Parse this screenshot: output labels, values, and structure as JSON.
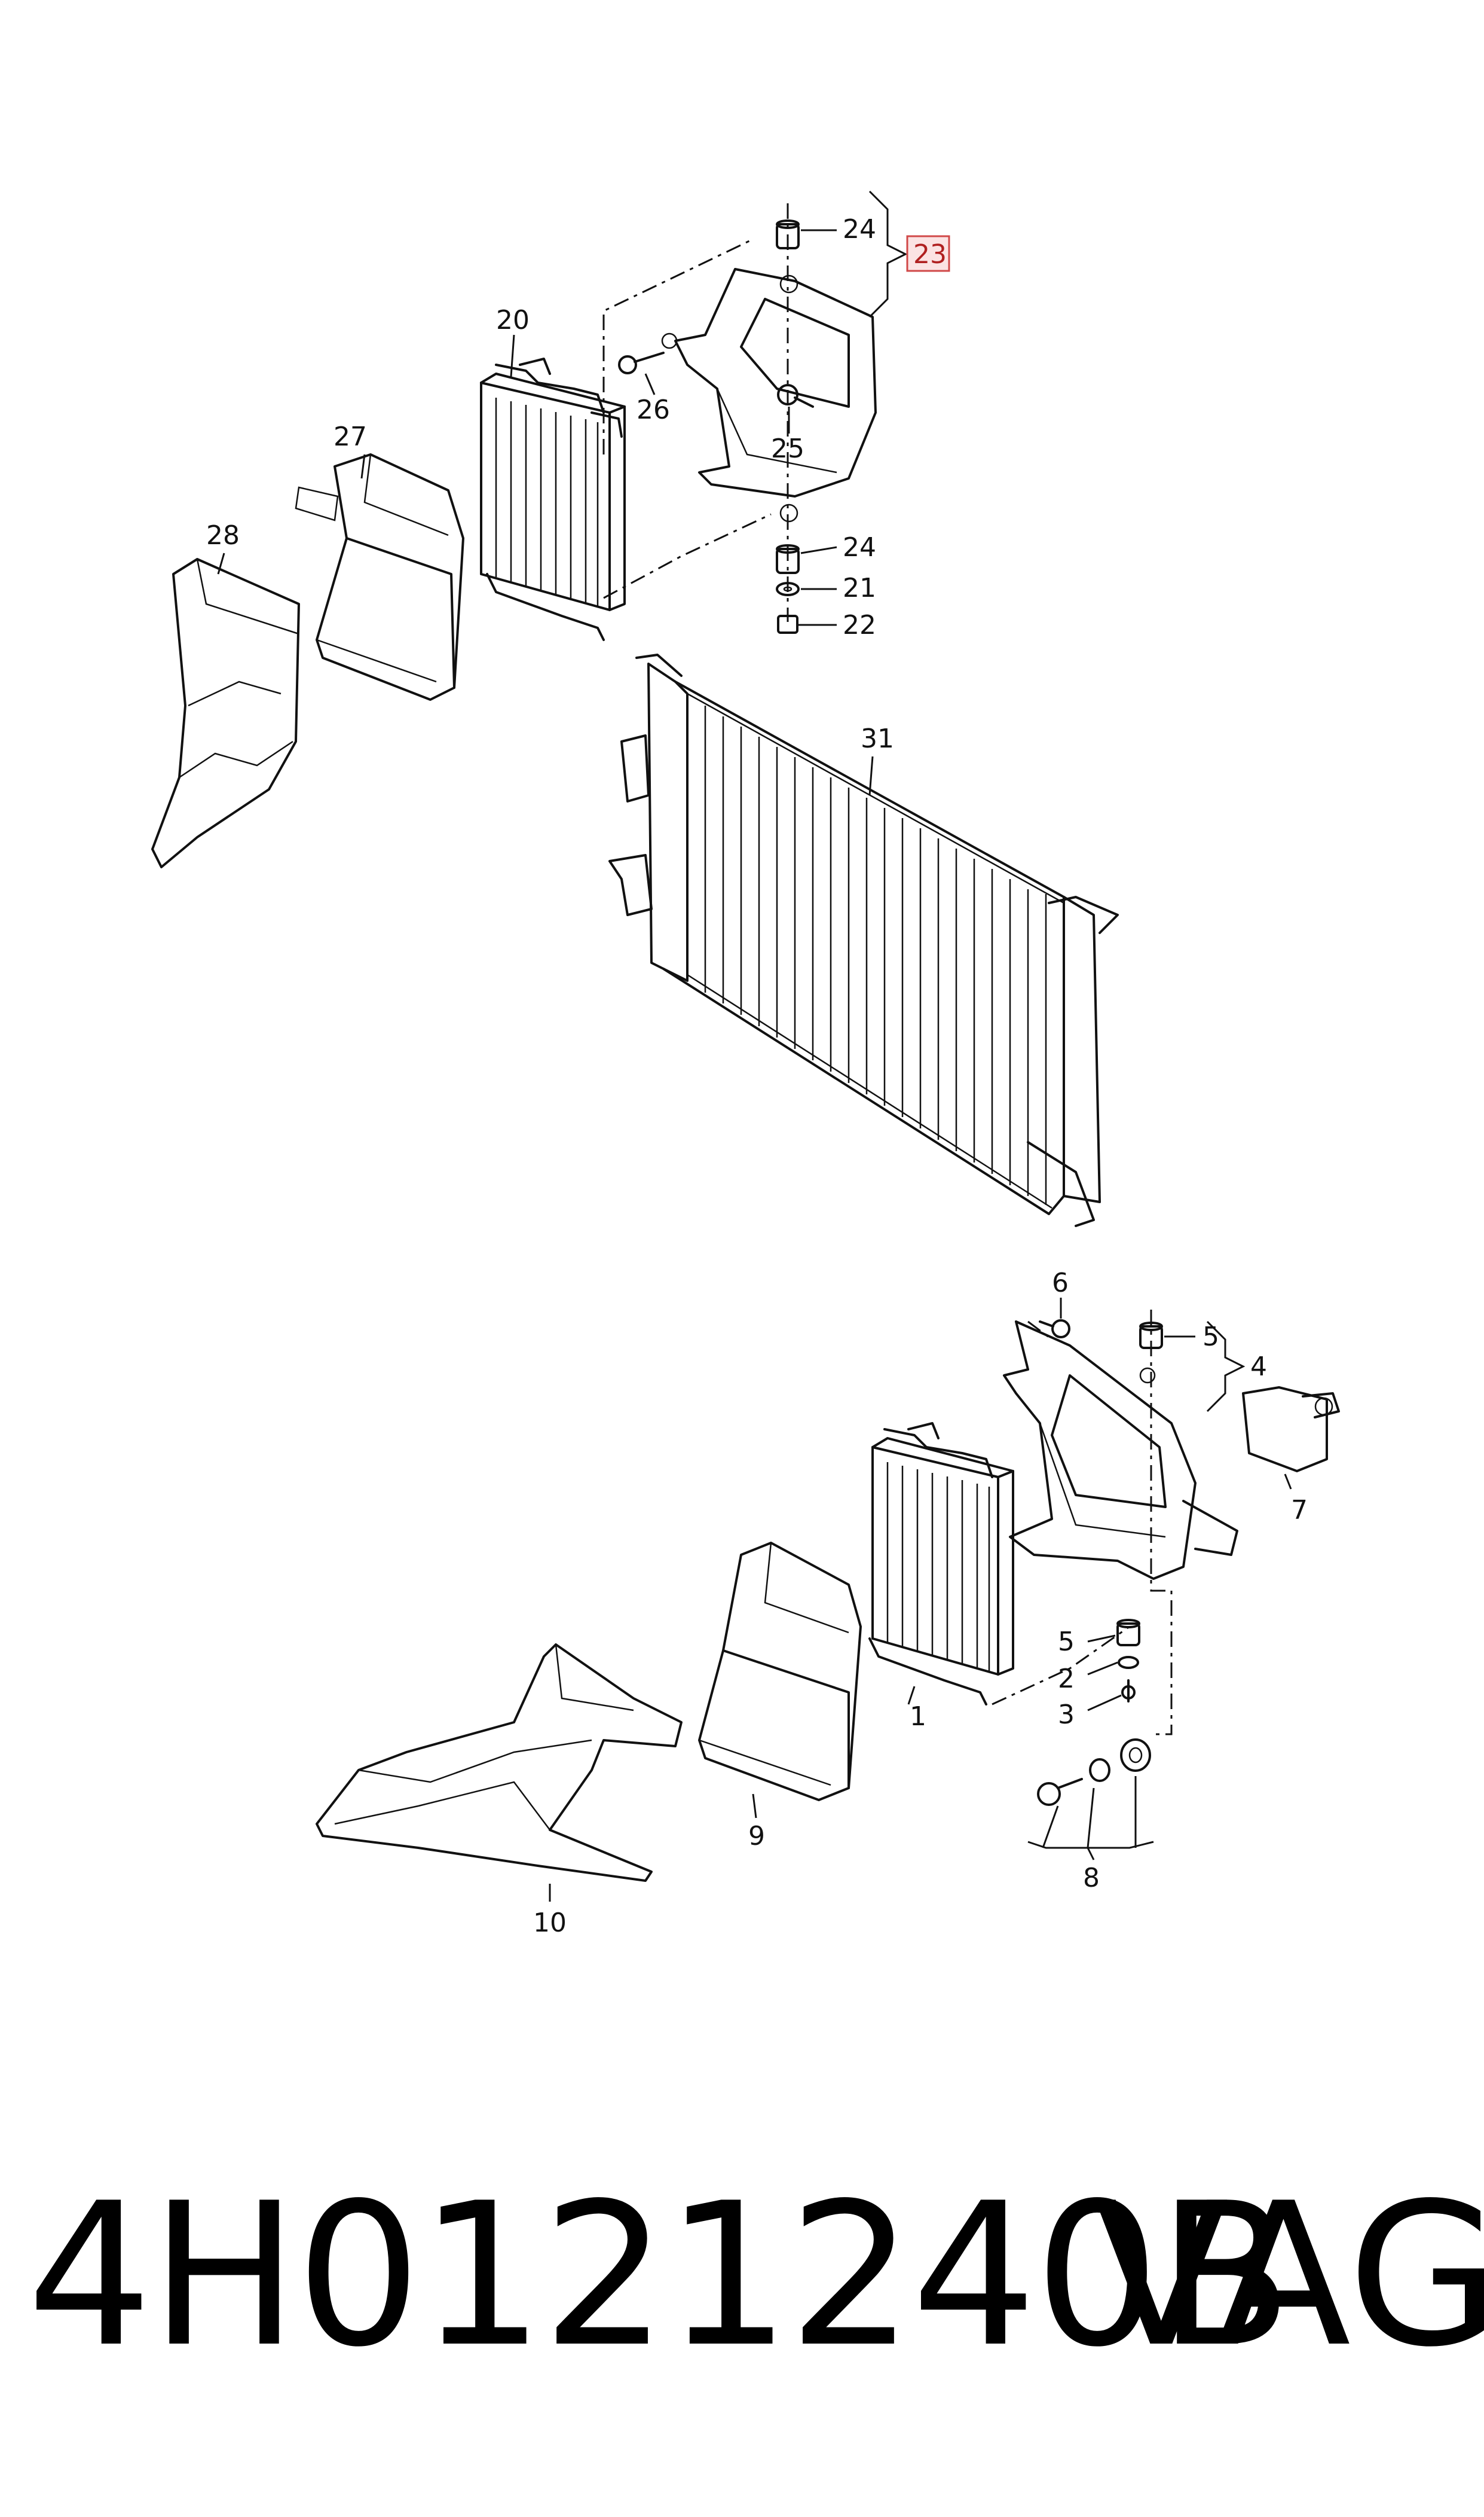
{
  "diagram": {
    "callouts": {
      "c24a": "24",
      "c23": "23",
      "c20": "20",
      "c26": "26",
      "c25": "25",
      "c27": "27",
      "c28": "28",
      "c24b": "24",
      "c21": "21",
      "c22": "22",
      "c31": "31",
      "c6": "6",
      "c5a": "5",
      "c4": "4",
      "c7": "7",
      "c5b": "5",
      "c2": "2",
      "c3": "3",
      "c1": "1",
      "c9": "9",
      "c8": "8",
      "c10": "10"
    },
    "highlighted_callout": "23",
    "highlight_color": "#d04848"
  },
  "footer": {
    "part_number": "4H0121240B",
    "brand": "VAG"
  }
}
